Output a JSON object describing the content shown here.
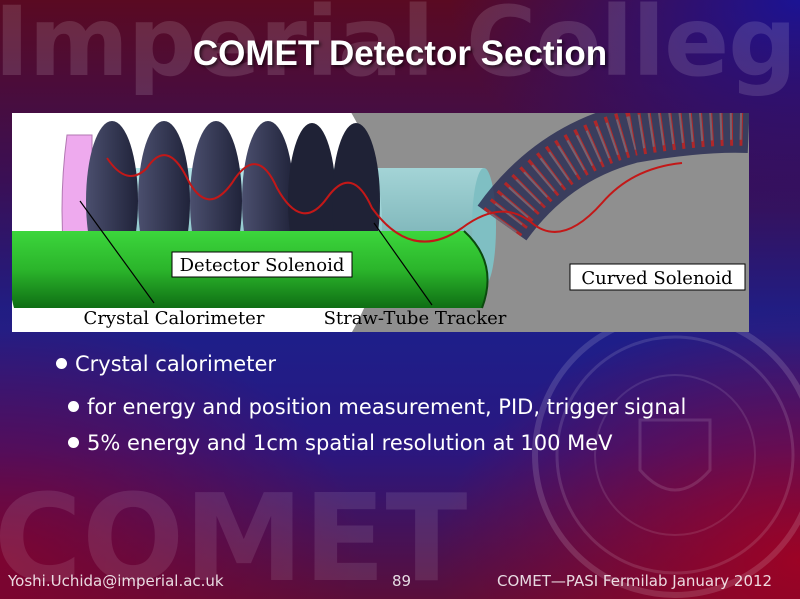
{
  "watermark": {
    "top": "Imperial College",
    "bottom": "COMET"
  },
  "title": "COMET Detector Section",
  "figure": {
    "labels": {
      "detector_solenoid": "Detector Solenoid",
      "curved_solenoid": "Curved Solenoid",
      "crystal_calorimeter": "Crystal Calorimeter",
      "straw_tube_tracker": "Straw-Tube Tracker"
    }
  },
  "bullets": {
    "main": "Crystal calorimeter",
    "sub": [
      "for energy and position measurement, PID, trigger signal",
      "5% energy and 1cm spatial resolution at 100 MeV"
    ]
  },
  "footer": {
    "left": "Yoshi.Uchida@imperial.ac.uk",
    "center": "89",
    "right": "COMET—PASI Fermilab January 2012"
  }
}
